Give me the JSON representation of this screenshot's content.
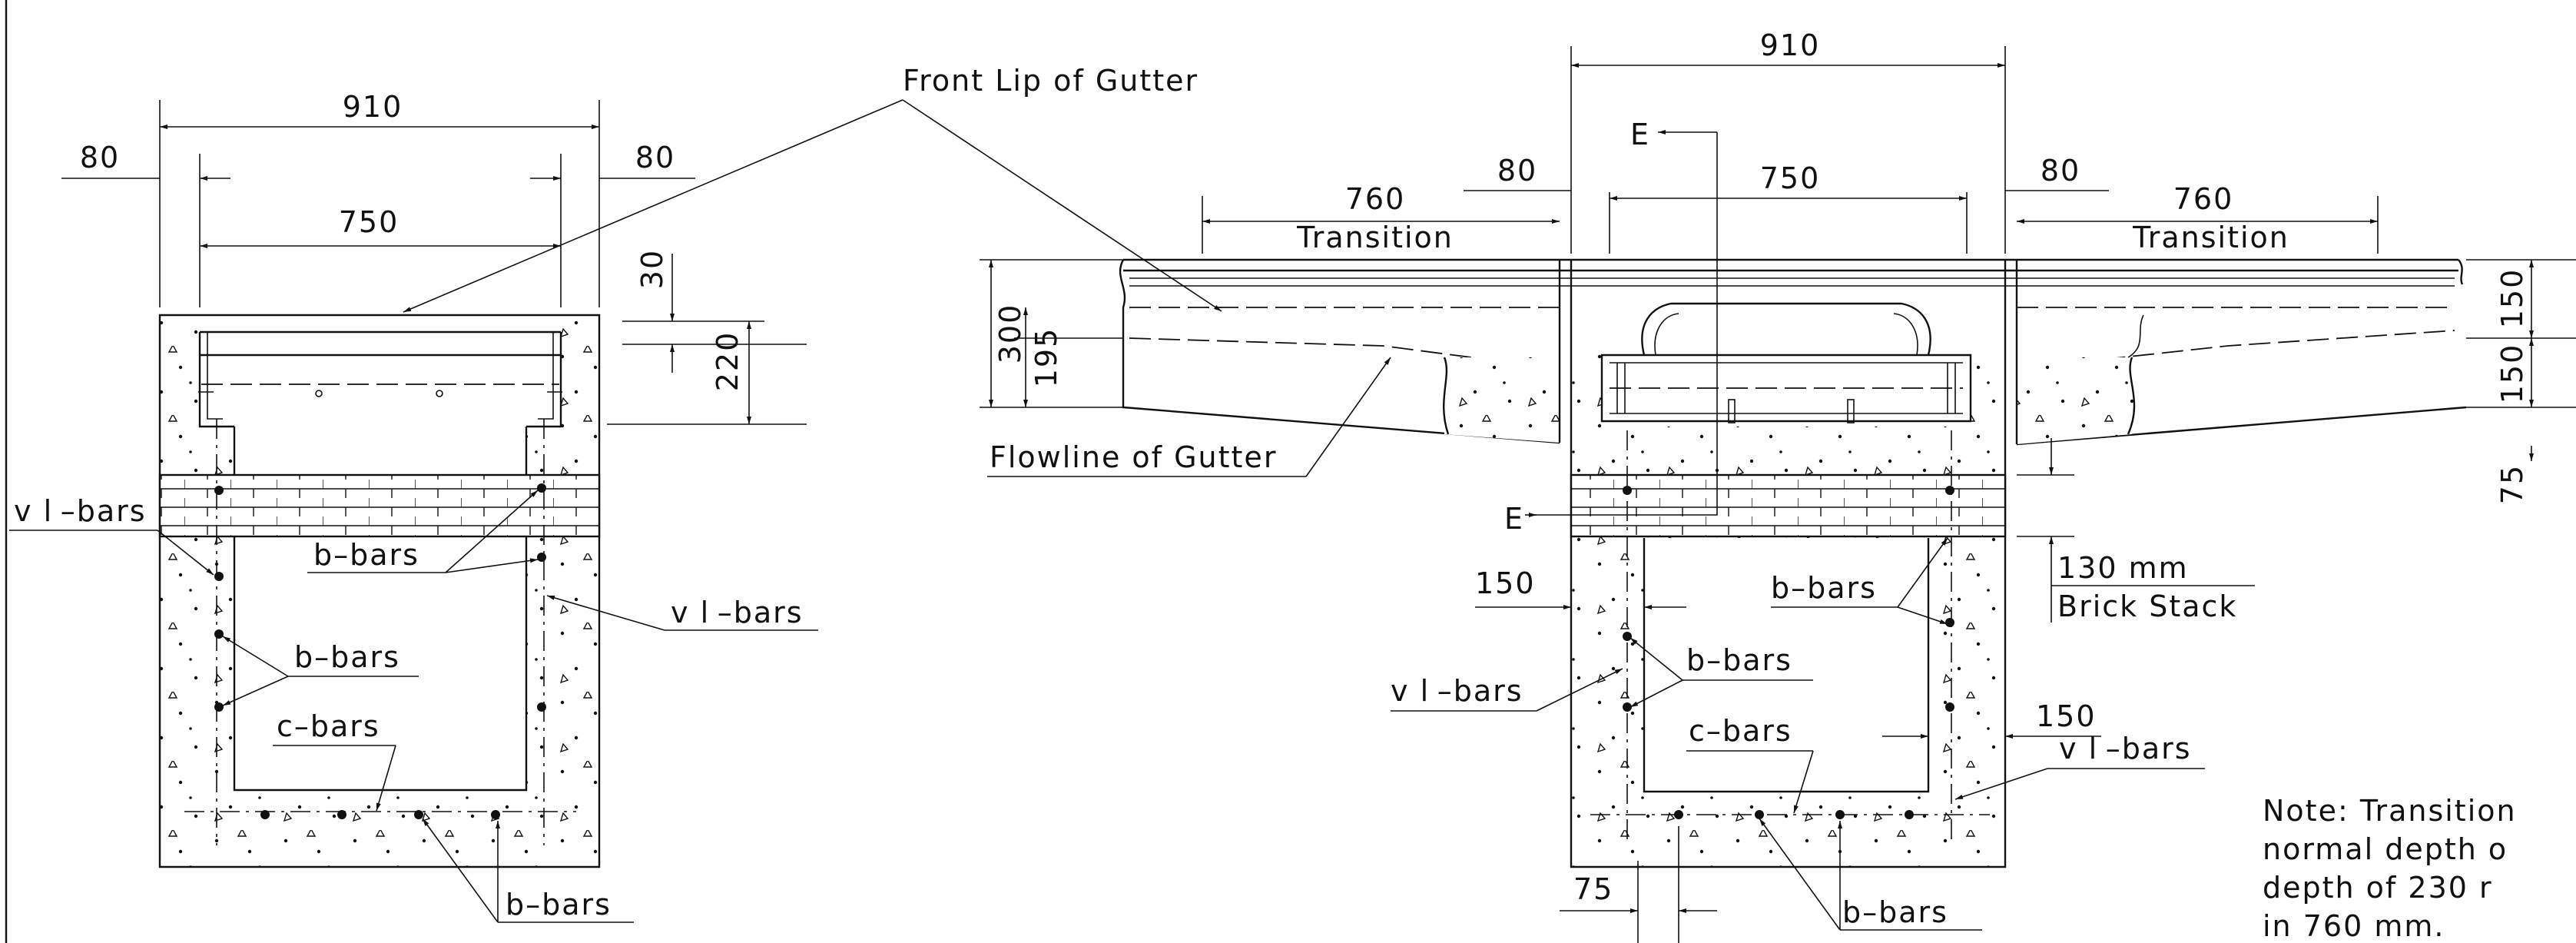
{
  "left_section": {
    "dim_overall": "910",
    "dim_inner": "750",
    "dim_left_edge": "80",
    "dim_right_edge": "80",
    "dim_lip": "30",
    "dim_depth": "220",
    "label_front_lip": "Front Lip of Gutter",
    "label_vl_bars_left": "v l –bars",
    "label_vl_bars_right": "v l –bars",
    "label_b_bars_upper": "b–bars",
    "label_b_bars_middle": "b–bars",
    "label_c_bars": "c–bars",
    "label_b_bars_bottom": "b–bars"
  },
  "right_section": {
    "dim_overall": "910",
    "dim_inner": "750",
    "dim_edge_left": "80",
    "dim_edge_right": "80",
    "dim_transition_left": "760",
    "dim_transition_right": "760",
    "label_transition_left": "Transition",
    "label_transition_right": "Transition",
    "dim_300": "300",
    "dim_195": "195",
    "dim_150_top": "150",
    "dim_150_mid": "150",
    "dim_75_right": "75",
    "section_mark_top": "E",
    "section_mark_bottom": "E",
    "label_flowline": "Flowline of Gutter",
    "label_brick_dim": "130 mm",
    "label_brick": "Brick Stack",
    "dim_150_wall_left": "150",
    "dim_150_wall_right": "150",
    "dim_75_bottom": "75",
    "label_b_bars_upper": "b–bars",
    "label_b_bars_middle": "b–bars",
    "label_vl_bars_left": "v l –bars",
    "label_vl_bars_right": "v l –bars",
    "label_c_bars": "c–bars",
    "label_b_bars_bottom": "b–bars"
  },
  "note": {
    "line1": "Note: Transition",
    "line2": "normal depth o",
    "line3": "depth of 230 r",
    "line4": "in 760 mm."
  }
}
